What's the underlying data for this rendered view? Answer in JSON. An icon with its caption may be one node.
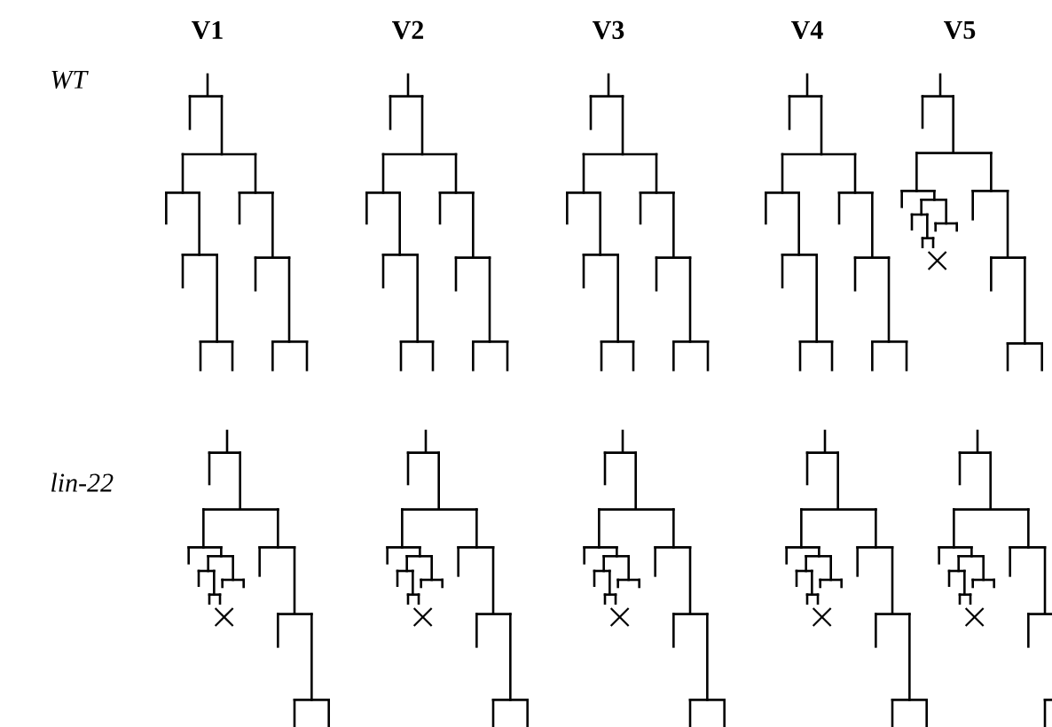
{
  "diagram": {
    "labels": [
      "V1",
      "V2",
      "V3",
      "V4",
      "V5",
      "WT",
      "lin-22"
    ]
  }
}
